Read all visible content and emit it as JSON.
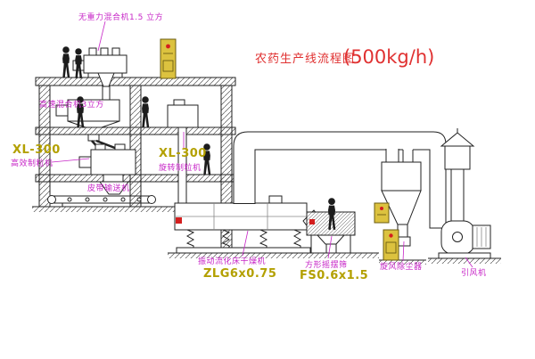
{
  "title": {
    "text": "农药生产线流程图",
    "capacity": "(500kg/h)"
  },
  "labels": {
    "mixer_top": "无重力混合机1.5 立方",
    "mixer_high_speed": "高速混合机3立方",
    "granulator_left_model": "XL-300",
    "granulator_left_name": "高效制粒机",
    "granulator_mid_model": "XL-300",
    "granulator_mid_name": "旋转制粒机",
    "belt_conveyor": "皮带输送机",
    "dryer_name": "振动流化床干燥机",
    "dryer_model": "ZLG6x0.75",
    "sieve_name": "方形摇摆筛",
    "sieve_model": "FS0.6x1.5",
    "cyclone_name": "旋风除尘器",
    "fan_name": "引风机"
  },
  "colors": {
    "line": "#222222",
    "label_magenta": "#c726c7",
    "model_yellow": "#b3a000",
    "title_red": "#e03131",
    "panel_yellow": "#dcc23f",
    "indicator_red": "#d41e1e",
    "background": "#ffffff"
  }
}
